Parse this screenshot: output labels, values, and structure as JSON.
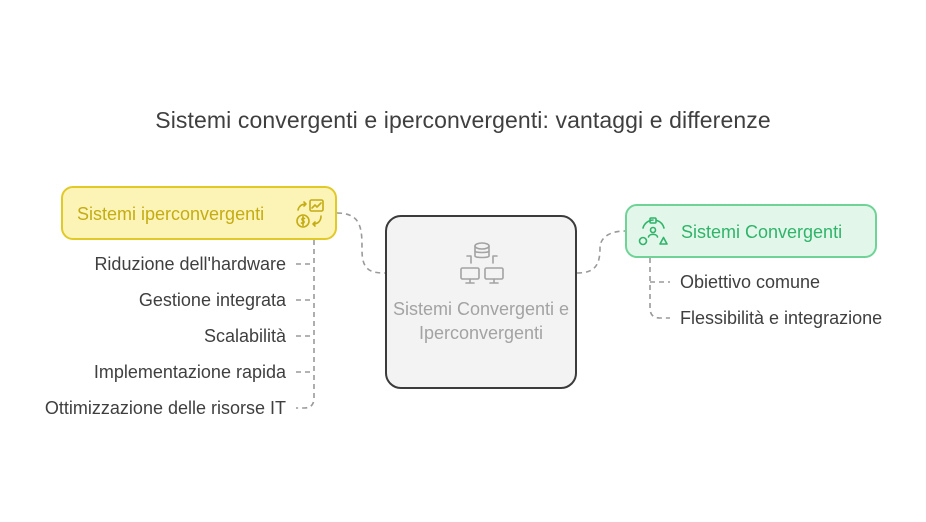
{
  "title": "Sistemi convergenti e iperconvergenti: vantaggi e differenze",
  "center": {
    "label": "Sistemi Convergenti e Iperconvergenti",
    "icon": "database-network-icon"
  },
  "left": {
    "label": "Sistemi iperconvergenti",
    "icon": "growth-exchange-icon",
    "color_bg": "#fbf4b6",
    "color_border": "#e1c928",
    "color_text": "#c4ac14",
    "items": [
      "Riduzione dell'hardware",
      "Gestione integrata",
      "Scalabilità",
      "Implementazione rapida",
      "Ottimizzazione delle risorse IT"
    ]
  },
  "right": {
    "label": "Sistemi Convergenti",
    "icon": "shapes-people-icon",
    "color_bg": "#e2f7ea",
    "color_border": "#6fd398",
    "color_text": "#2fb46a",
    "items": [
      "Obiettivo comune",
      "Flessibilità e integrazione"
    ]
  }
}
